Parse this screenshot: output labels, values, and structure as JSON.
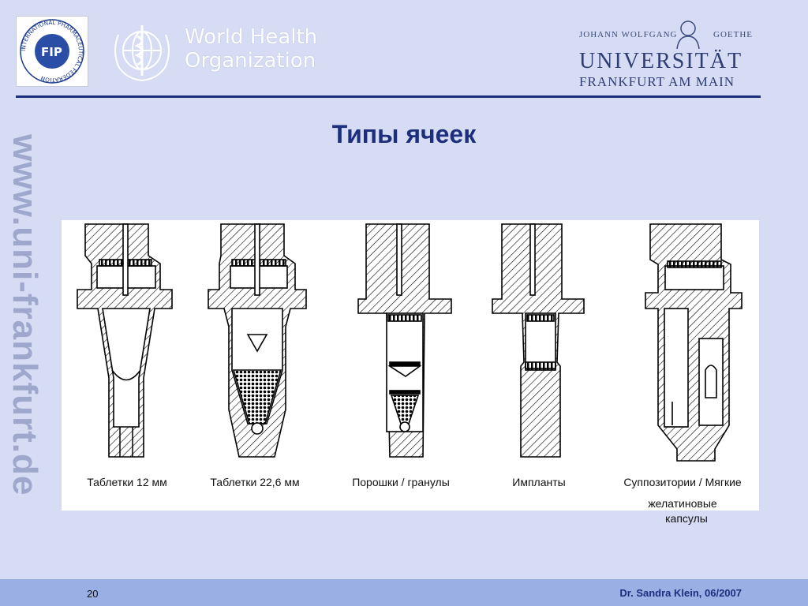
{
  "header": {
    "fip_text": "FIP",
    "fip_ring_text": "INTERNATIONAL PHARMACEUTICAL FEDERATION",
    "who_line1": "World Health",
    "who_line2": "Organization",
    "university": {
      "line1_left": "JOHANN WOLFGANG",
      "line1_right": "GOETHE",
      "line2": "UNIVERSITÄT",
      "line3": "FRANKFURT AM MAIN"
    }
  },
  "watermark": "www.uni-frankfurt.de",
  "slide": {
    "title": "Типы ячеек",
    "cells": [
      {
        "caption": "Таблетки 12 мм"
      },
      {
        "caption": "Таблетки 22,6 мм"
      },
      {
        "caption": "Порошки / гранулы"
      },
      {
        "caption": "Импланты"
      },
      {
        "caption": "Суппозитории / Мягкие желатиновые",
        "caption_extra": "капсулы"
      }
    ]
  },
  "footer": {
    "page": "20",
    "author": "Dr. Sandra Klein, 06/2007"
  },
  "colors": {
    "title": "#1d2f7c",
    "background": "#d6dcf4",
    "footer": "#9ab0e4"
  }
}
